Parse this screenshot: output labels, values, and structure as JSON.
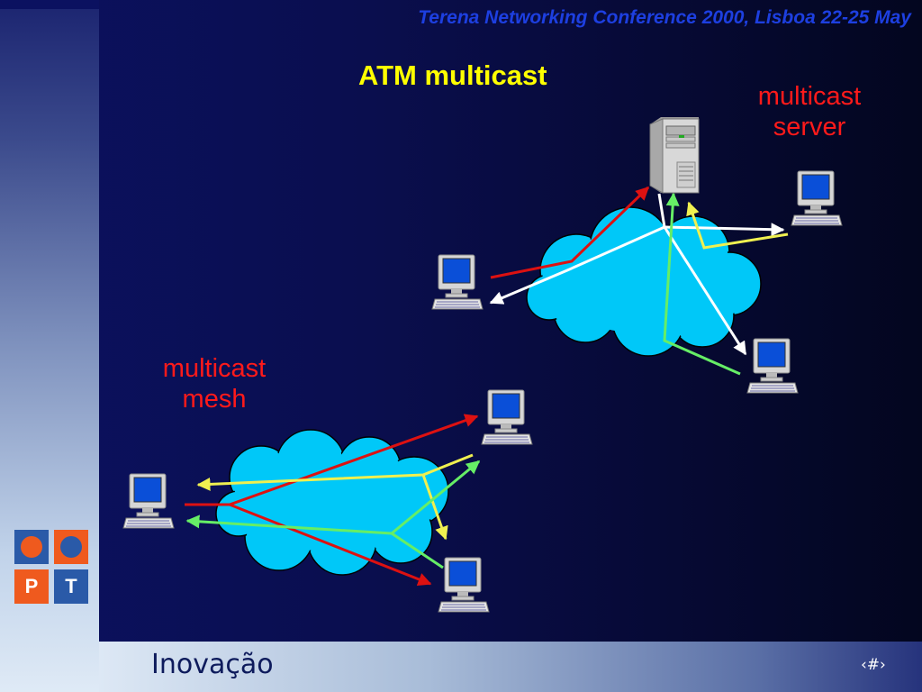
{
  "header": "Terena Networking Conference 2000, Lisboa 22-25 May",
  "title": "ATM multicast",
  "labels": {
    "server_line1": "multicast",
    "server_line2": "server",
    "mesh_line1": "multicast",
    "mesh_line2": "mesh"
  },
  "footer": {
    "word": "Inovação",
    "page_number": "‹#›"
  },
  "logo": {
    "letter_left": "P",
    "letter_right": "T"
  },
  "colors": {
    "title": "#ffff00",
    "header": "#1d3fe0",
    "labels": "#ff1a1a",
    "cloud": "#00c8f8",
    "arrow_red": "#dd1111",
    "arrow_white": "#ffffff",
    "arrow_yellow": "#f0f050",
    "arrow_green": "#66ee66",
    "logo_blue": "#2a5aa8",
    "logo_orange": "#ef5a1e"
  },
  "icons": [
    "server-tower-icon",
    "desktop-computer-icon",
    "pt-logo"
  ]
}
